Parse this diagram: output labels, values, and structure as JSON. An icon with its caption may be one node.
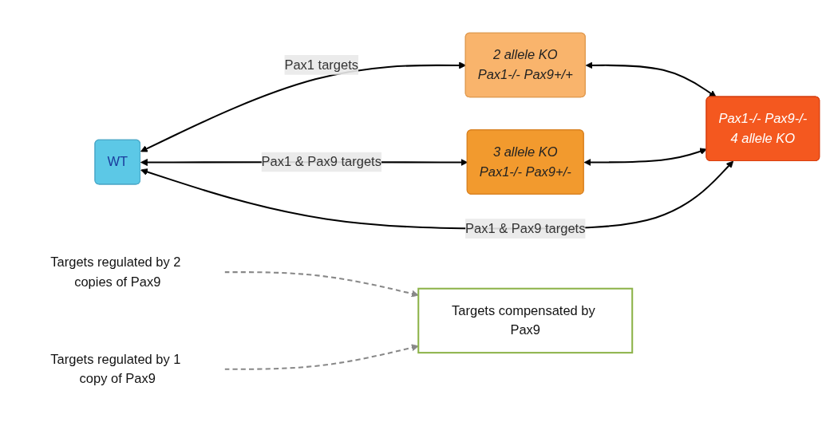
{
  "diagram": {
    "nodes": [
      {
        "text": [
          "WT"
        ]
      },
      {
        "text": [
          "2 allele KO",
          "Pax1-/- Pax9+/+"
        ]
      },
      {
        "text": [
          "3 allele KO",
          "Pax1-/- Pax9+/-"
        ]
      },
      {
        "text": [
          "Pax1-/- Pax9-/-",
          "4 allele KO"
        ]
      },
      {
        "text": [
          "Targets regulated by 2 copies of Pax9"
        ]
      },
      {
        "text": [
          "Targets regulated by 1 copy of Pax9"
        ]
      },
      {
        "text": [
          "Targets compensated by Pax9"
        ]
      }
    ],
    "edges": [
      {
        "from": 0,
        "to": 1,
        "arrow": "both",
        "label": "Pax1 targets"
      },
      {
        "from": 0,
        "to": 2,
        "arrow": "both",
        "label": "Pax1 & Pax9 targets"
      },
      {
        "from": 0,
        "to": 3,
        "arrow": "both",
        "label": "Pax1 & Pax9 targets"
      },
      {
        "from": 1,
        "to": 3,
        "arrow": "both"
      },
      {
        "from": 2,
        "to": 3,
        "arrow": "both"
      },
      {
        "from": 4,
        "to": 6,
        "arrow": "to",
        "style": "dashed",
        "color": "#888888"
      },
      {
        "from": 5,
        "to": 6,
        "arrow": "to",
        "style": "dashed",
        "color": "#888888"
      }
    ]
  }
}
